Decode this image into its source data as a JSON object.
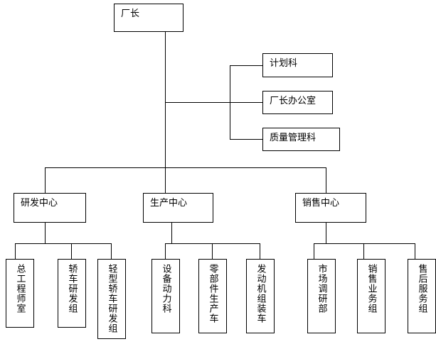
{
  "chart_data": {
    "type": "diagram",
    "diagram_type": "organization-chart",
    "title": "",
    "orientation": "top-down",
    "levels": 3,
    "nodes": [
      {
        "id": "root",
        "label": "厂长",
        "level": 0,
        "text_direction": "horizontal"
      },
      {
        "id": "staff1",
        "label": "计划科",
        "level": 1,
        "relation": "staff",
        "text_direction": "horizontal"
      },
      {
        "id": "staff2",
        "label": "厂长办公室",
        "level": 1,
        "relation": "staff",
        "text_direction": "horizontal"
      },
      {
        "id": "staff3",
        "label": "质量管理科",
        "level": 1,
        "relation": "staff",
        "text_direction": "horizontal"
      },
      {
        "id": "div1",
        "label": "研发中心",
        "level": 1,
        "relation": "line",
        "text_direction": "horizontal"
      },
      {
        "id": "div2",
        "label": "生产中心",
        "level": 1,
        "relation": "line",
        "text_direction": "horizontal"
      },
      {
        "id": "div3",
        "label": "销售中心",
        "level": 1,
        "relation": "line",
        "text_direction": "horizontal"
      },
      {
        "id": "d1c1",
        "label": "总工程师室",
        "level": 2,
        "parent": "div1",
        "text_direction": "vertical"
      },
      {
        "id": "d1c2",
        "label": "轿车研发组",
        "level": 2,
        "parent": "div1",
        "text_direction": "vertical"
      },
      {
        "id": "d1c3",
        "label": "轻型轿车研发组",
        "level": 2,
        "parent": "div1",
        "text_direction": "vertical"
      },
      {
        "id": "d2c1",
        "label": "设备动力科",
        "level": 2,
        "parent": "div2",
        "text_direction": "vertical"
      },
      {
        "id": "d2c2",
        "label": "零部件生产车",
        "level": 2,
        "parent": "div2",
        "text_direction": "vertical"
      },
      {
        "id": "d2c3",
        "label": "发动机组装车",
        "level": 2,
        "parent": "div2",
        "text_direction": "vertical"
      },
      {
        "id": "d3c1",
        "label": "市场调研部",
        "level": 2,
        "parent": "div3",
        "text_direction": "vertical"
      },
      {
        "id": "d3c2",
        "label": "销售业务组",
        "level": 2,
        "parent": "div3",
        "text_direction": "vertical"
      },
      {
        "id": "d3c3",
        "label": "售后服务组",
        "level": 2,
        "parent": "div3",
        "text_direction": "vertical"
      }
    ],
    "edges": [
      {
        "from": "root",
        "to": "staff1"
      },
      {
        "from": "root",
        "to": "staff2"
      },
      {
        "from": "root",
        "to": "staff3"
      },
      {
        "from": "root",
        "to": "div1"
      },
      {
        "from": "root",
        "to": "div2"
      },
      {
        "from": "root",
        "to": "div3"
      },
      {
        "from": "div1",
        "to": "d1c1"
      },
      {
        "from": "div1",
        "to": "d1c2"
      },
      {
        "from": "div1",
        "to": "d1c3"
      },
      {
        "from": "div2",
        "to": "d2c1"
      },
      {
        "from": "div2",
        "to": "d2c2"
      },
      {
        "from": "div2",
        "to": "d2c3"
      },
      {
        "from": "div3",
        "to": "d3c1"
      },
      {
        "from": "div3",
        "to": "d3c2"
      },
      {
        "from": "div3",
        "to": "d3c3"
      }
    ],
    "colors": {
      "line": "#000000",
      "box_border": "#000000",
      "box_fill": "#ffffff",
      "text": "#000000",
      "background": "#ffffff"
    }
  },
  "root": {
    "label": "厂长"
  },
  "staff": [
    {
      "label": "计划科"
    },
    {
      "label": "厂长办公室"
    },
    {
      "label": "质量管理科"
    }
  ],
  "divisions": [
    {
      "label": "研发中心",
      "children": [
        {
          "label": "总工程师室"
        },
        {
          "label": "轿车研发组"
        },
        {
          "label": "轻型轿车研发组"
        }
      ]
    },
    {
      "label": "生产中心",
      "children": [
        {
          "label": "设备动力科"
        },
        {
          "label": "零部件生产车"
        },
        {
          "label": "发动机组装车"
        }
      ]
    },
    {
      "label": "销售中心",
      "children": [
        {
          "label": "市场调研部"
        },
        {
          "label": "销售业务组"
        },
        {
          "label": "售后服务组"
        }
      ]
    }
  ]
}
